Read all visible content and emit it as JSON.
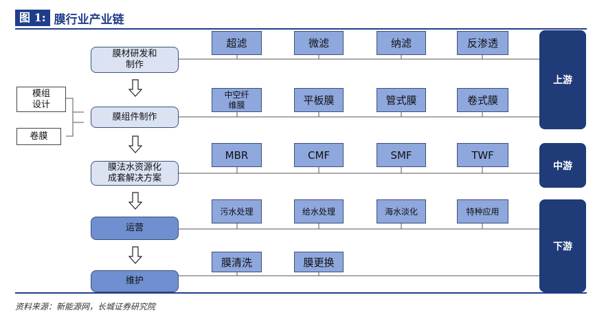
{
  "title": {
    "figure_label": "图 1:",
    "name": "膜行业产业链"
  },
  "flow_steps": [
    "膜材研发和\n制作",
    "膜组件制作",
    "膜法水资源化\n成套解决方案",
    "运营",
    "维护"
  ],
  "side_inputs": [
    "模组\n设计",
    "卷膜"
  ],
  "rows": [
    [
      "超滤",
      "微滤",
      "纳滤",
      "反渗透"
    ],
    [
      "中空纤\n维膜",
      "平板膜",
      "管式膜",
      "卷式膜"
    ],
    [
      "MBR",
      "CMF",
      "SMF",
      "TWF"
    ],
    [
      "污水处理",
      "给水处理",
      "海水淡化",
      "特种应用"
    ],
    [
      "膜清洗",
      "膜更换"
    ]
  ],
  "stages": [
    "上游",
    "中游",
    "下游"
  ],
  "source": "资料来源：新能源网，长城证券研究院"
}
